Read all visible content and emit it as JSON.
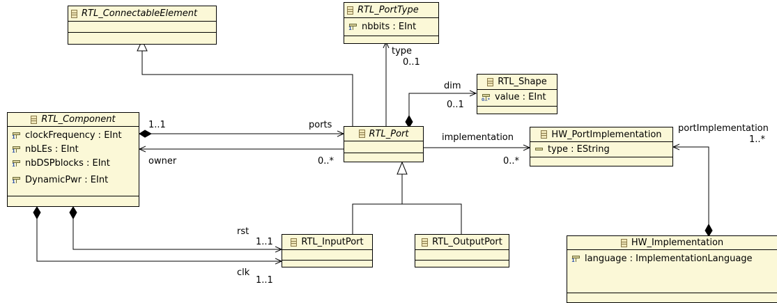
{
  "classes": {
    "connectable": {
      "name": "RTL_ConnectableElement",
      "attributes": []
    },
    "port_type": {
      "name": "RTL_PortType",
      "attributes": [
        {
          "text": "nbbits : EInt"
        }
      ]
    },
    "shape": {
      "name": "RTL_Shape",
      "attributes": [
        {
          "text": "value : EInt",
          "mult": "0..*"
        }
      ]
    },
    "component": {
      "name": "RTL_Component",
      "attributes": [
        {
          "text": "clockFrequency : EInt"
        },
        {
          "text": "nbLEs : EInt"
        },
        {
          "text": "nbDSPblocks : EInt"
        },
        {
          "text": "DynamicPwr : EInt"
        }
      ]
    },
    "port": {
      "name": "RTL_Port",
      "attributes": []
    },
    "port_impl": {
      "name": "HW_PortImplementation",
      "attributes": [
        {
          "text": "type : EString"
        }
      ]
    },
    "input_port": {
      "name": "RTL_InputPort",
      "attributes": []
    },
    "output_port": {
      "name": "RTL_OutputPort",
      "attributes": []
    },
    "hw_impl": {
      "name": "HW_Implementation",
      "attributes": [
        {
          "text": "language : ImplementationLanguage"
        }
      ]
    }
  },
  "edge_labels": {
    "type_role": "type",
    "type_mult": "0..1",
    "dim_role": "dim",
    "dim_mult": "0..1",
    "ports_role": "ports",
    "ports_mult": "1..1",
    "owner_role": "owner",
    "owner_mult": "0..*",
    "impl_role": "implementation",
    "impl_mult": "0..*",
    "port_impl_role": "portImplementation",
    "port_impl_mult": "1..*",
    "rst_role": "rst",
    "rst_mult": "1..1",
    "clk_role": "clk",
    "clk_mult": "1..1"
  },
  "colors": {
    "class_fill": "#fbf8d7",
    "line": "#000000"
  }
}
